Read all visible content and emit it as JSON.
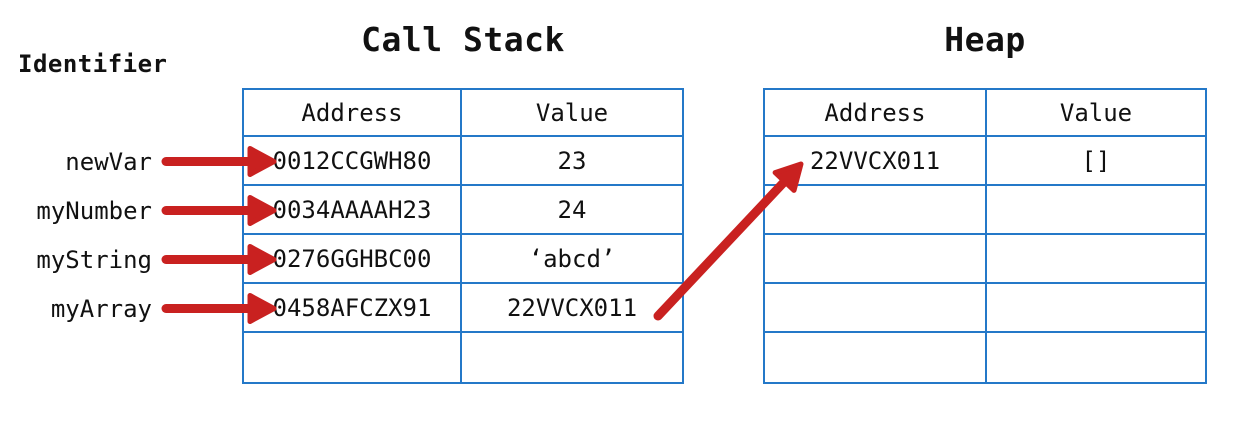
{
  "identifier_label": "Identifier",
  "call_stack": {
    "title": "Call Stack",
    "columns": [
      "Address",
      "Value"
    ],
    "rows": [
      [
        "0012CCGWH80",
        "23"
      ],
      [
        "0034AAAAH23",
        "24"
      ],
      [
        "0276GGHBC00",
        "‘abcd’"
      ],
      [
        "0458AFCZX91",
        "22VVCX011"
      ],
      [
        "",
        ""
      ]
    ]
  },
  "heap": {
    "title": "Heap",
    "columns": [
      "Address",
      "Value"
    ],
    "rows": [
      [
        "22VVCX011",
        "[]"
      ],
      [
        "",
        ""
      ],
      [
        "",
        ""
      ],
      [
        "",
        ""
      ],
      [
        "",
        ""
      ]
    ]
  },
  "identifiers": [
    {
      "label": "newVar",
      "points_to_address": "0012CCGWH80"
    },
    {
      "label": "myNumber",
      "points_to_address": "0034AAAAH23"
    },
    {
      "label": "myString",
      "points_to_address": "0276GGHBC00"
    },
    {
      "label": "myArray",
      "points_to_address": "0458AFCZX91"
    }
  ],
  "reference_arrow": {
    "from": "call_stack value 22VVCX011",
    "to": "heap address 22VVCX011"
  },
  "colors": {
    "table_border": "#2478C8",
    "arrow": "#C92120",
    "text": "#111111"
  }
}
